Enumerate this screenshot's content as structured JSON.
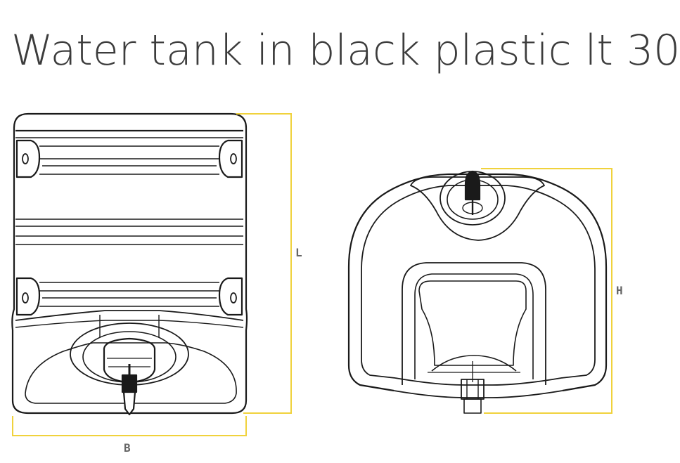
{
  "title": "Water tank in black plastic lt 30",
  "dimensions": {
    "length_label": "L",
    "height_label": "H",
    "width_label": "B"
  },
  "colors": {
    "dimension_line": "#f0d23c",
    "outline": "#1a1a1a",
    "text": "#3c3c3c"
  },
  "views": [
    "front-view",
    "side-view"
  ]
}
